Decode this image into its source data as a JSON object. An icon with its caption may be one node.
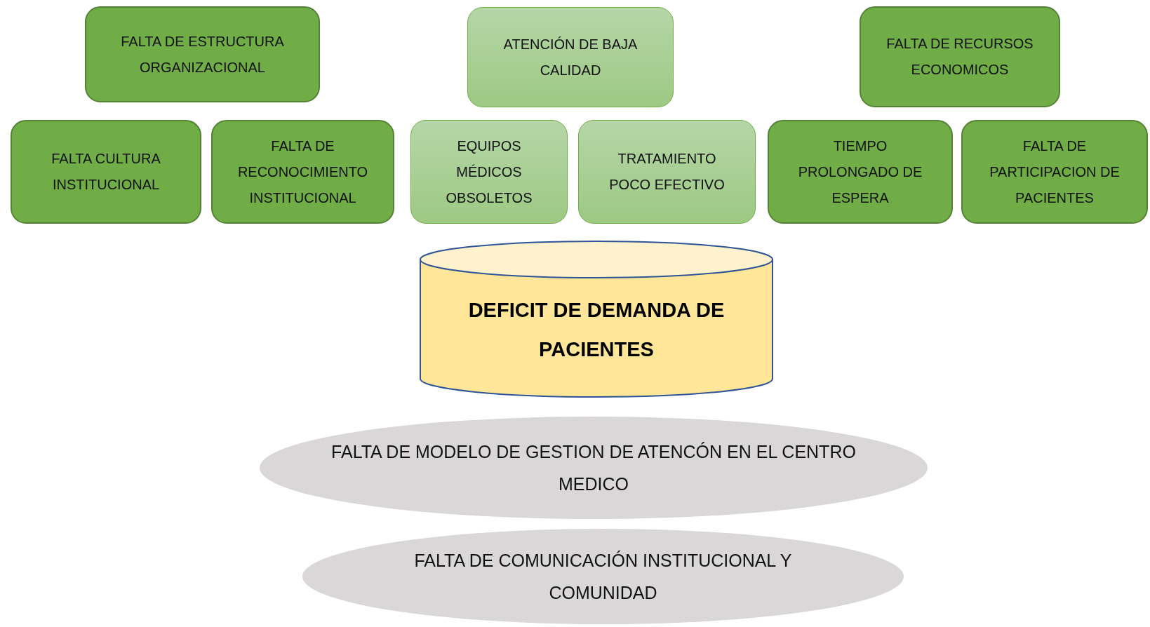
{
  "diagram": {
    "nodes": [
      {
        "text": [
          "FALTA DE ESTRUCTURA ORGANIZACIONAL"
        ]
      },
      {
        "text": [
          "ATENCIÓN DE BAJA CALIDAD"
        ]
      },
      {
        "text": [
          "FALTA DE RECURSOS ECONOMICOS"
        ]
      },
      {
        "text": [
          "FALTA CULTURA INSTITUCIONAL"
        ]
      },
      {
        "text": [
          "FALTA DE RECONOCIMIENTO INSTITUCIONAL"
        ]
      },
      {
        "text": [
          "EQUIPOS MÉDICOS OBSOLETOS"
        ]
      },
      {
        "text": [
          "TRATAMIENTO POCO EFECTIVO"
        ]
      },
      {
        "text": [
          "TIEMPO PROLONGADO DE ESPERA"
        ]
      },
      {
        "text": [
          "FALTA DE PARTICIPACION DE PACIENTES"
        ]
      },
      {
        "text": [
          "DEFICIT DE DEMANDA DE PACIENTES"
        ]
      },
      {
        "text": [
          "FALTA DE MODELO DE GESTION DE ATENCÓN EN EL CENTRO MEDICO"
        ]
      },
      {
        "text": [
          "FALTA DE COMUNICACIÓN INSTITUCIONAL Y COMUNIDAD"
        ]
      }
    ]
  }
}
